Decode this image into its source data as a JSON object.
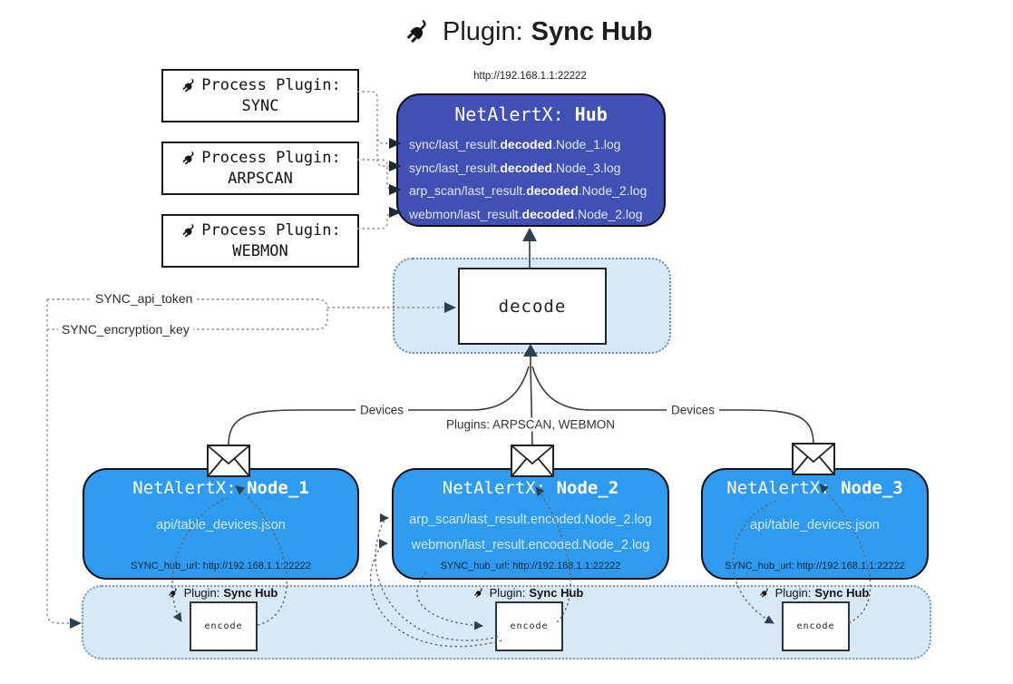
{
  "title": {
    "label": "Plugin:",
    "name": "Sync Hub"
  },
  "hub": {
    "url": "http://192.168.1.1:22222",
    "title_label": "NetAlertX:",
    "title_name": "Hub",
    "files": [
      {
        "pre": "sync/last_result.",
        "mid": "decoded",
        "post": ".Node_1.log"
      },
      {
        "pre": "sync/last_result.",
        "mid": "decoded",
        "post": ".Node_3.log"
      },
      {
        "pre": "arp_scan/last_result.",
        "mid": "decoded",
        "post": ".Node_2.log"
      },
      {
        "pre": "webmon/last_result.",
        "mid": "decoded",
        "post": ".Node_2.log"
      }
    ]
  },
  "process_plugins": [
    {
      "label": "Process Plugin:",
      "name": "SYNC"
    },
    {
      "label": "Process Plugin:",
      "name": "ARPSCAN"
    },
    {
      "label": "Process Plugin:",
      "name": "WEBMON"
    }
  ],
  "decode_box": {
    "label": "decode"
  },
  "settings": {
    "api_token": "SYNC_api_token",
    "encryption_key": "SYNC_encryption_key"
  },
  "edge_labels": {
    "devices_left": "Devices",
    "devices_right": "Devices",
    "plugins": "Plugins: ARPSCAN, WEBMON"
  },
  "nodes": [
    {
      "title_label": "NetAlertX:",
      "title_name": "Node_1",
      "files": [
        "api/table_devices.json"
      ],
      "hub_url": "SYNC_hub_url: http://192.168.1.1:22222"
    },
    {
      "title_label": "NetAlertX:",
      "title_name": "Node_2",
      "files": [
        "arp_scan/last_result.encoded.Node_2.log",
        "webmon/last_result.encoded.Node_2.log"
      ],
      "hub_url": "SYNC_hub_url: http://192.168.1.1:22222"
    },
    {
      "title_label": "NetAlertX:",
      "title_name": "Node_3",
      "files": [
        "api/table_devices.json"
      ],
      "hub_url": "SYNC_hub_url: http://192.168.1.1:22222"
    }
  ],
  "encoders": [
    {
      "plugin_label": "Plugin:",
      "plugin_name": "Sync Hub",
      "box_label": "encode"
    },
    {
      "plugin_label": "Plugin:",
      "plugin_name": "Sync Hub",
      "box_label": "encode"
    },
    {
      "plugin_label": "Plugin:",
      "plugin_name": "Sync Hub",
      "box_label": "encode"
    }
  ],
  "icons": {
    "plug": "plug-icon",
    "envelope": "envelope-icon"
  },
  "colors": {
    "hub_fill": "#4150B5",
    "node_fill": "#2F9BF0",
    "panel_fill": "#D8E9F8",
    "panel_border": "#7D99B5",
    "arrow_dark": "#2E3F50",
    "text_light": "#E3E6F3"
  }
}
